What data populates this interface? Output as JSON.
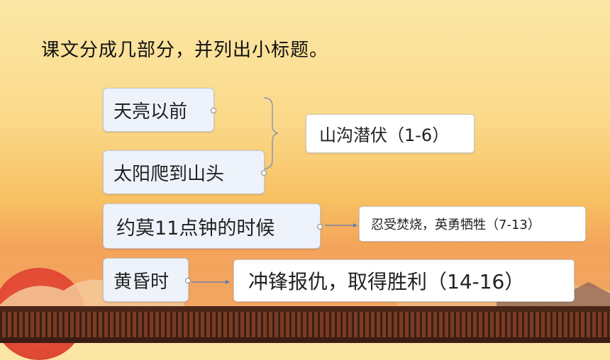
{
  "title": "课文分成几部分，并列出小标题。",
  "sections": [
    {
      "label": "天亮以前"
    },
    {
      "label": "太阳爬到山头"
    },
    {
      "label": "约莫11点钟的时候"
    },
    {
      "label": "黄昏时"
    }
  ],
  "subtitles": [
    {
      "label": "山沟潜伏（1-6）"
    },
    {
      "label": "忍受焚烧，英勇牺牲（7-13）"
    },
    {
      "label": "冲锋报仇，取得胜利（14-16）"
    }
  ]
}
